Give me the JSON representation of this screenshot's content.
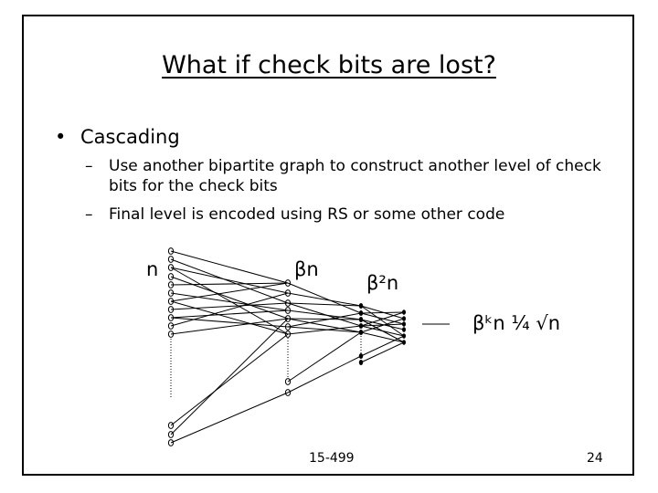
{
  "slide": {
    "title": "What if check bits are lost?",
    "bullet": {
      "marker": "•",
      "text": "Cascading"
    },
    "subbullets": [
      {
        "marker": "–",
        "text": "Use another bipartite graph to construct another level of check bits for the check bits"
      },
      {
        "marker": "–",
        "text": "Final level is encoded using RS or some other code"
      }
    ],
    "diagram": {
      "labels": {
        "level0": "n",
        "level1": "βn",
        "level2": "β²n",
        "levelk": "βᵏn ¼ √n"
      }
    },
    "footer": {
      "course": "15-499",
      "page": "24"
    }
  }
}
